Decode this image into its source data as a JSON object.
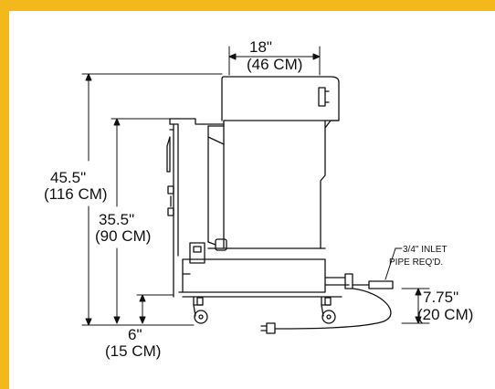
{
  "dimensions": {
    "width_in": "18\"",
    "width_cm": "(46 CM)",
    "total_height_in": "45.5\"",
    "total_height_cm": "(116 CM)",
    "work_height_in": "35.5\"",
    "work_height_cm": "(90 CM)",
    "base_height_in": "7.75\"",
    "base_height_cm": "(20 CM)",
    "caster_height_in": "6\"",
    "caster_height_cm": "(15 CM)"
  },
  "callouts": {
    "inlet_line1": "3/4\" INLET",
    "inlet_line2": "PIPE REQ'D."
  },
  "colors": {
    "border": "#f2b81c",
    "line": "#111111"
  }
}
